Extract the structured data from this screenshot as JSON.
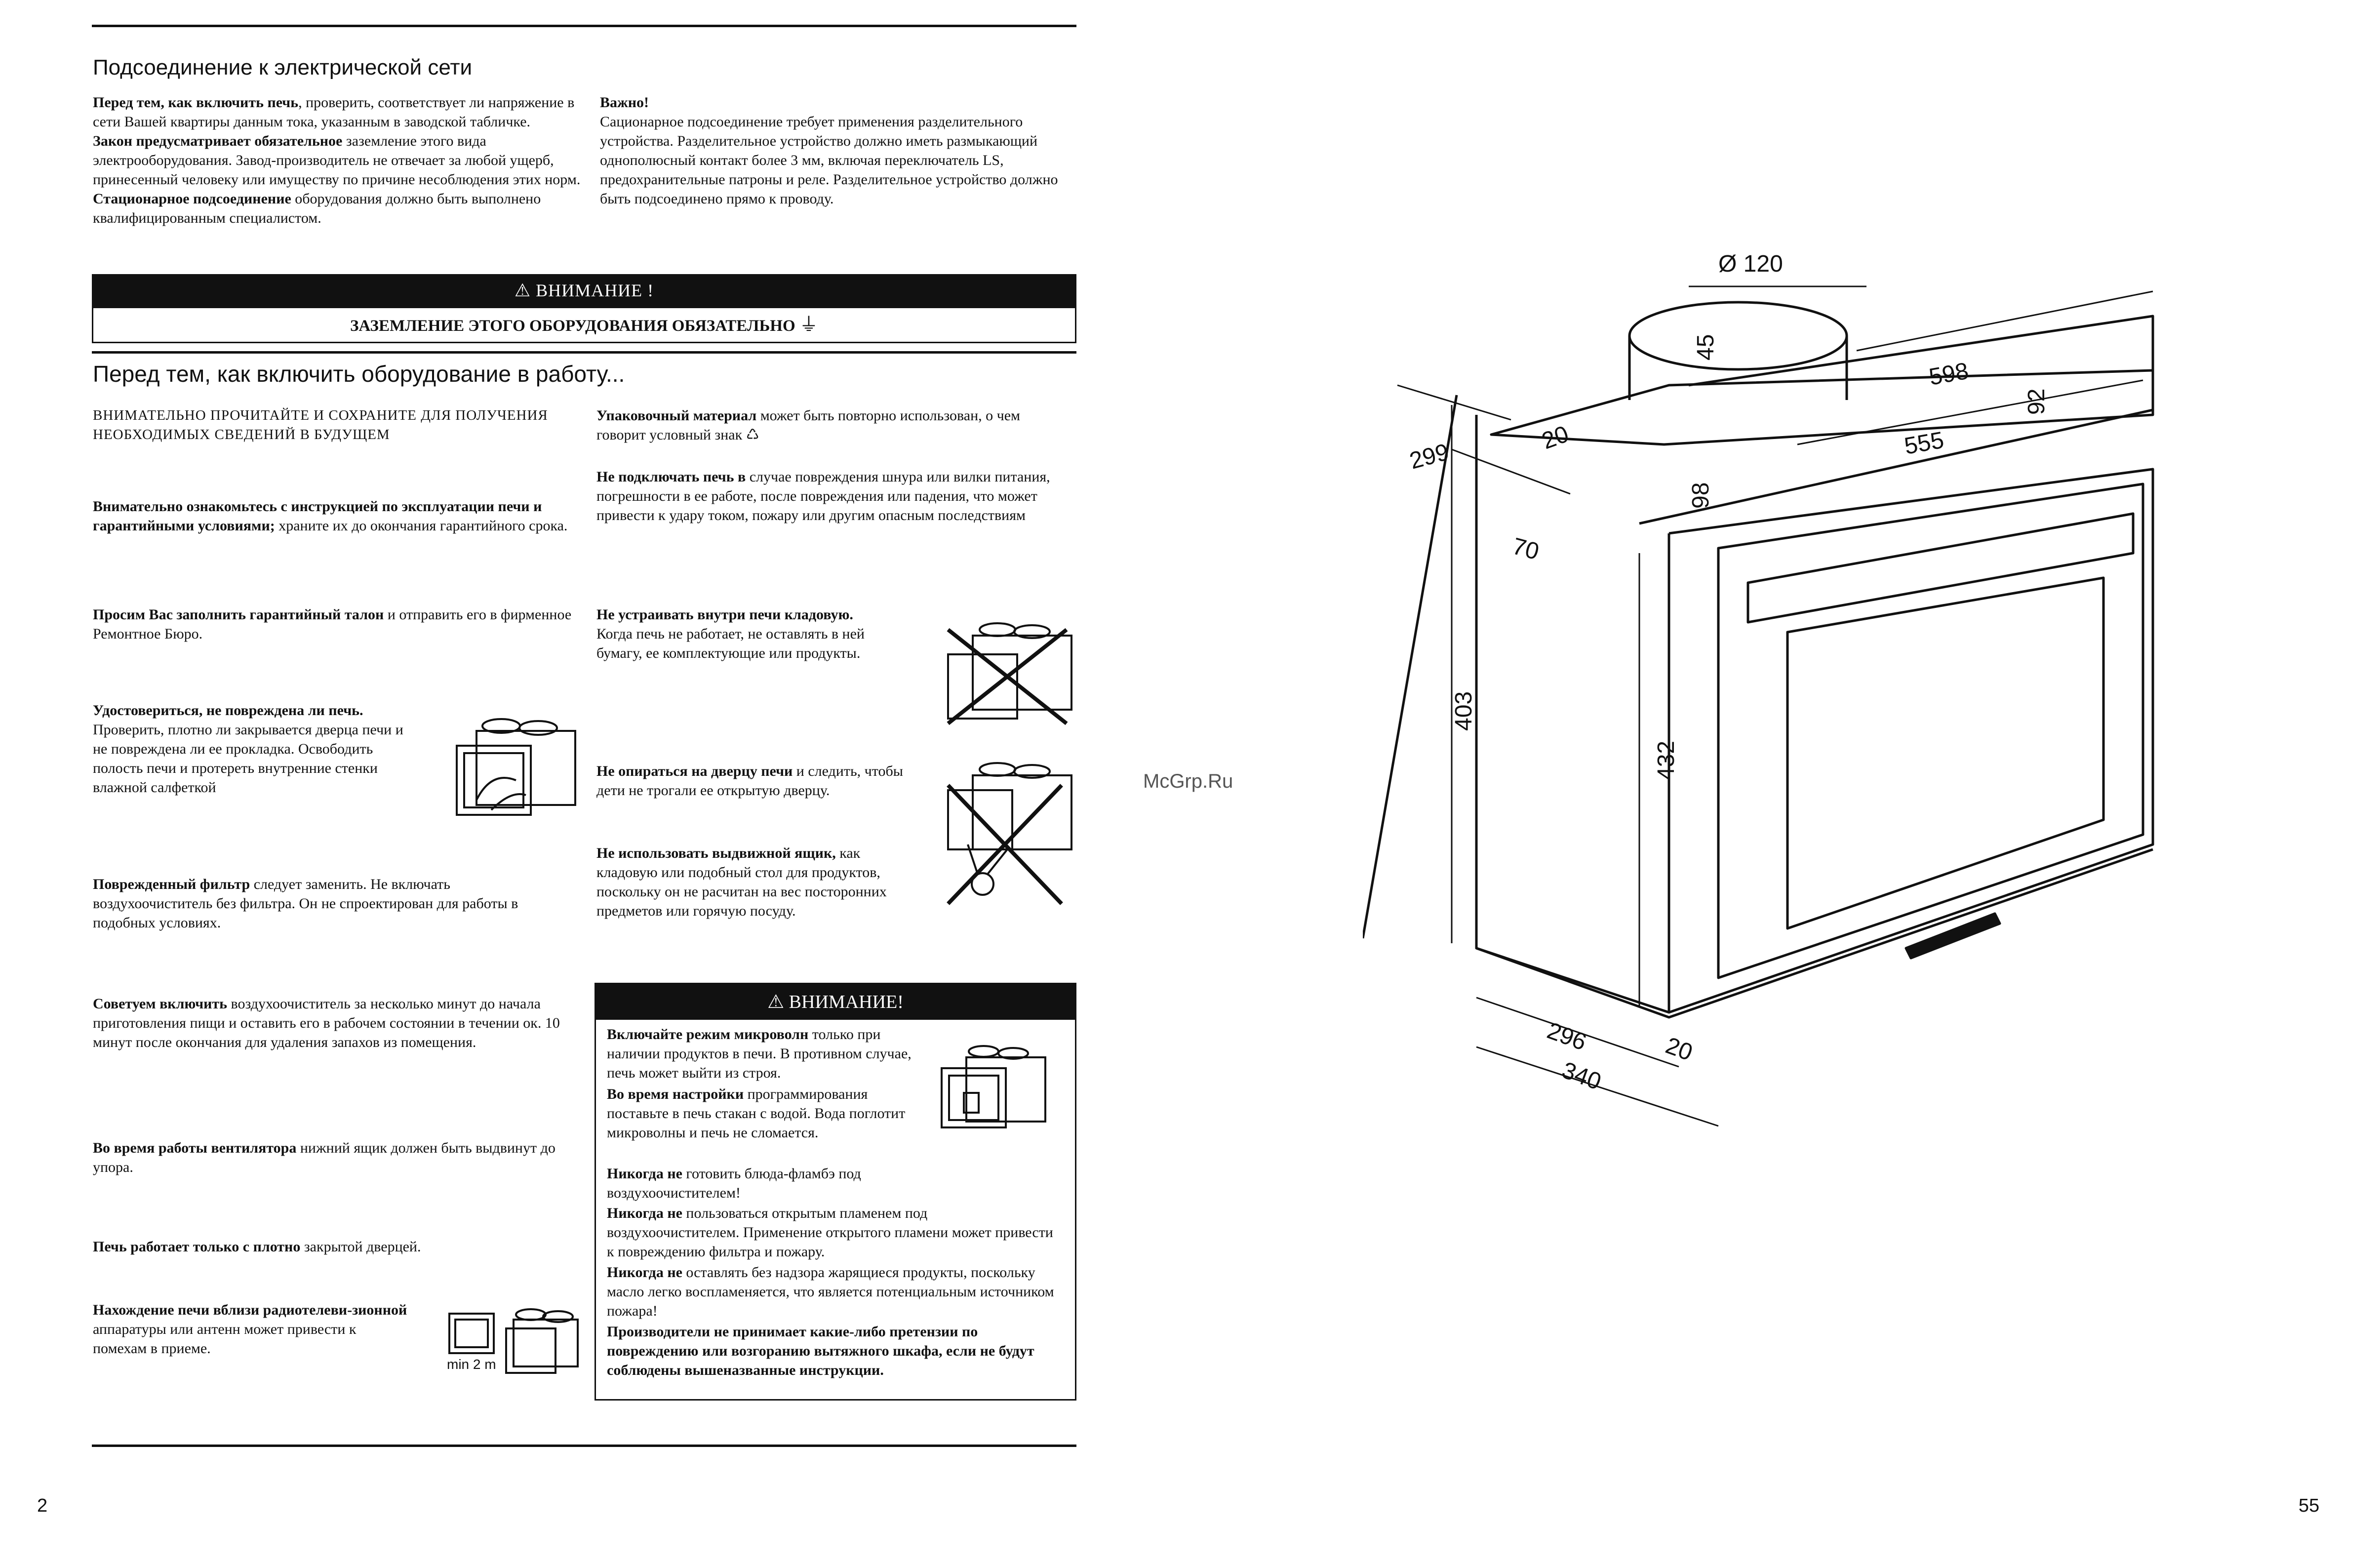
{
  "section_power": {
    "title": "Подсоединение к электрической сети",
    "left": [
      {
        "bold": "Перед тем, как включить печь",
        "text": ", проверить, соответствует ли напряжение в сети Вашей квартиры данным тока, указанным в заводской табличке."
      },
      {
        "bold": "Закон предусматривает обязательное",
        "text": " заземление этого вида электрооборудования. Завод-производитель не отвечает за любой ущерб, принесенный человеку или имуществу по причине несоблюдения этих норм."
      },
      {
        "bold": "Стационарное подсоединение",
        "text": " оборудования должно быть выполнено квалифицированным специалистом."
      }
    ],
    "right_heading": "Важно!",
    "right_text": "Сационарное подсоединение требует применения разделительного устройства. Разделительное устройство должно иметь размыкающий однополюсный контакт более 3 мм, включая переключатель LS, предохранительные патроны и реле. Разделительное устройство должно быть подсоединено прямо к проводу."
  },
  "attention_bar": {
    "title": "ВНИМАНИЕ !",
    "text": "ЗАЗЕМЛЕНИЕ ЭТОГО ОБОРУДОВАНИЯ ОБЯЗАТЕЛЬНО",
    "symbol": "⏚"
  },
  "section_before": {
    "title": "Перед тем, как включить оборудование в работу...",
    "left": [
      {
        "bold": "",
        "text": "ВНИМАТЕЛЬНО ПРОЧИТАЙТЕ И СОХРАНИТЕ ДЛЯ ПОЛУЧЕНИЯ НЕОБХОДИМЫХ СВЕДЕНИЙ В БУДУЩЕМ"
      },
      {
        "bold": "Внимательно ознакомьтесь с инструкцией по эксплуатации печи и гарантийными условиями;",
        "text": " храните их до окончания гарантийного срока."
      },
      {
        "bold": "Просим Вас заполнить гарантийный талон",
        "text": " и отправить его в фирменное Ремонтное Бюро."
      },
      {
        "bold": "Удостовериться, не повреждена ли печь.",
        "text": "Проверить, плотно ли закрывается дверца печи и не повреждена ли ее прокладка. Освободить полость печи и протереть внутренние стенки влажной салфеткой"
      },
      {
        "bold": "Поврежденный фильтр",
        "text": " следует заменить. Не включать воздухоочиститель без фильтра. Он не спроектирован для работы в подобных условиях."
      },
      {
        "bold": "Советуем включить",
        "text": " воздухоочиститель за несколько минут до начала приготовления пищи и оставить его в рабочем состоянии в течении ок. 10 минут после окончания для удаления запахов из помещения."
      },
      {
        "bold": "Во время работы вентилятора",
        "text": " нижний ящик должен быть выдвинут до упора."
      },
      {
        "bold": "Печь работает только с плотно",
        "text": " закрытой дверцей."
      },
      {
        "bold": "Нахождение печи вблизи радиотелеви-зионной",
        "text": " аппаратуры или антенн может привести к помехам в приеме."
      }
    ],
    "min_label": "min 2 m",
    "right": [
      {
        "bold": "Упаковочный материал",
        "text": " может быть повторно использован, о чем говорит условный знак ♺"
      },
      {
        "bold": "Не подключать печь в",
        "text": " случае повреждения шнура или вилки питания, погрешности в ее работе, после повреждения или падения, что может привести к удару током, пожару или другим опасным последствиям"
      },
      {
        "bold": "Не устраивать внутри печи кладовую.",
        "text": "Когда печь не работает, не оставлять в ней бумагу, ее комплектующие или продукты."
      },
      {
        "bold": "Не опираться на дверцу печи",
        "text": " и следить, чтобы дети не трогали ее открытую дверцу."
      },
      {
        "bold": "Не использовать выдвижной ящик,",
        "text": " как кладовую или подобный стол для продуктов, поскольку он не расчитан на вес посторонних предметов или горячую посуду."
      }
    ]
  },
  "warning_box": {
    "title": "ВНИМАНИЕ!",
    "items": [
      {
        "bold": "Включайте режим микроволн",
        "text": " только при наличии продуктов в печи. В противном случае, печь может выйти из строя."
      },
      {
        "bold": "Во время настройки",
        "text": " программирования поставьте в печь стакан с водой. Вода поглотит микроволны и печь не сломается."
      },
      {
        "bold": "Никогда не",
        "text": " готовить блюда-фламбэ под воздухоочистителем!"
      },
      {
        "bold": "Никогда не",
        "text": " пользоваться открытым пламенем под воздухоочистителем. Применение открытого пламени может привести к повреждению фильтра и пожару."
      },
      {
        "bold": "Никогда не",
        "text": " оставлять без надзора жарящиеся продукты, поскольку масло легко воспламеняется, что является потенциальным источником пожара!"
      },
      {
        "bold": "Производители не принимает какие-либо претензии по повреждению или возгоранию вытяжного шкафа, если не будут соблюдены вышеназванные инструкции.",
        "text": ""
      }
    ]
  },
  "diagram": {
    "dims": [
      "Ø 120",
      "45",
      "598",
      "92",
      "555",
      "299",
      "20",
      "70",
      "98",
      "403",
      "432",
      "296",
      "20",
      "340"
    ]
  },
  "watermark": "McGrp.Ru",
  "page_left": "2",
  "page_right": "55"
}
